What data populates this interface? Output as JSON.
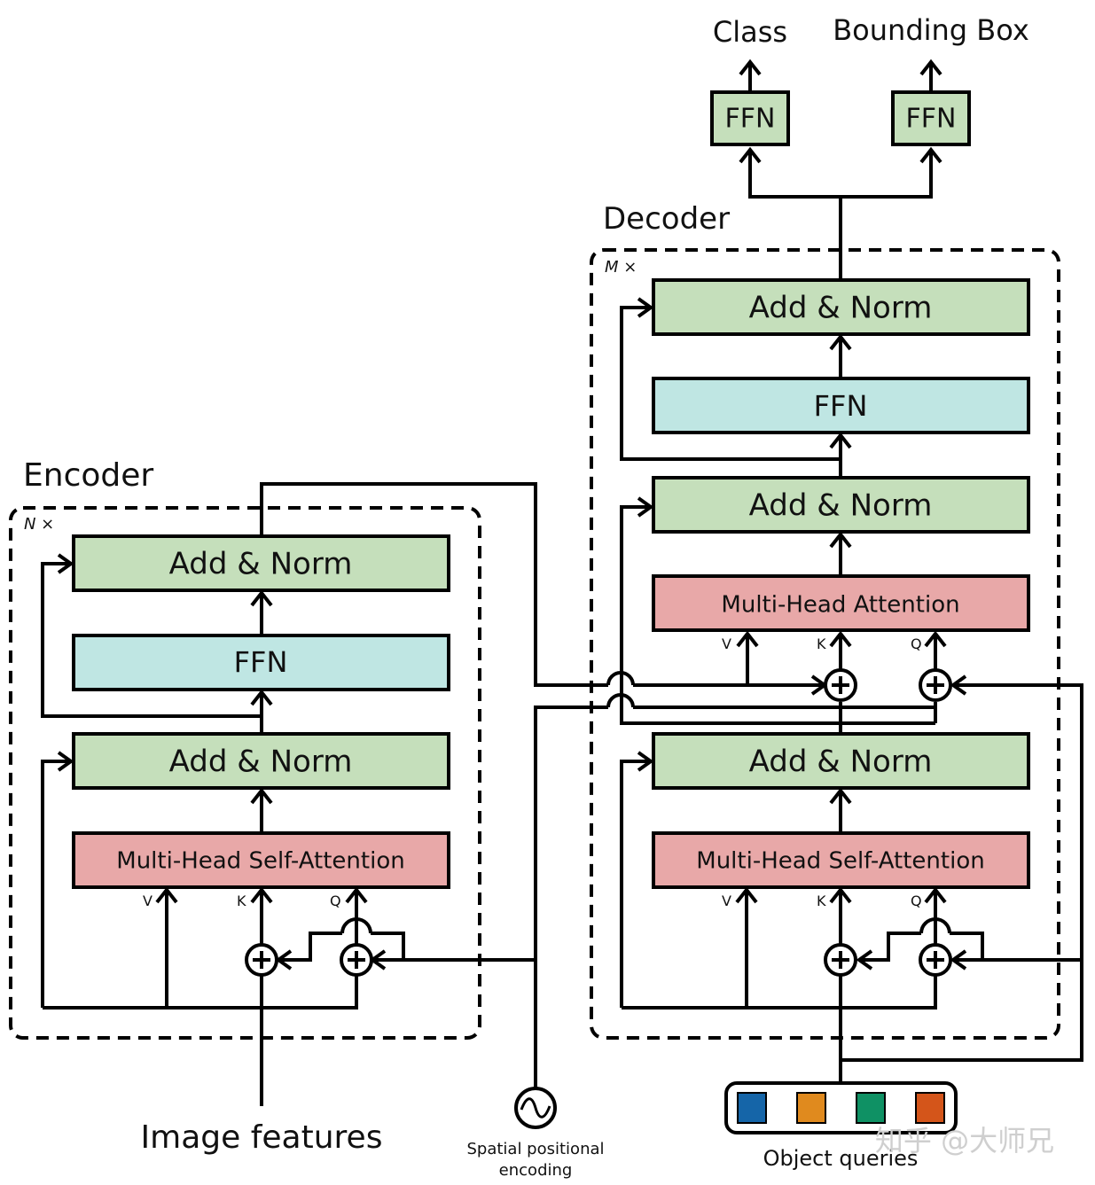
{
  "encoder": {
    "title": "Encoder",
    "repeat": "N ×",
    "add_norm_top": "Add & Norm",
    "ffn": "FFN",
    "add_norm_bottom": "Add & Norm",
    "attention": "Multi-Head Self-Attention",
    "v": "V",
    "k": "K",
    "q": "Q"
  },
  "decoder": {
    "title": "Decoder",
    "repeat": "M ×",
    "add_norm_top": "Add & Norm",
    "ffn": "FFN",
    "add_norm_mid": "Add & Norm",
    "cross_attention": "Multi-Head Attention",
    "add_norm_bottom": "Add & Norm",
    "self_attention": "Multi-Head Self-Attention",
    "v": "V",
    "k": "K",
    "q": "Q"
  },
  "heads": {
    "class_label": "Class",
    "bbox_label": "Bounding Box",
    "ffn_class": "FFN",
    "ffn_bbox": "FFN"
  },
  "inputs": {
    "image_features": "Image features",
    "positional_line1": "Spatial  positional",
    "positional_line2": "encoding",
    "object_queries": "Object  queries"
  },
  "query_colors": [
    "#1565a8",
    "#e08a1e",
    "#0f9164",
    "#d4551a"
  ],
  "watermark": "知乎 @大师兄"
}
